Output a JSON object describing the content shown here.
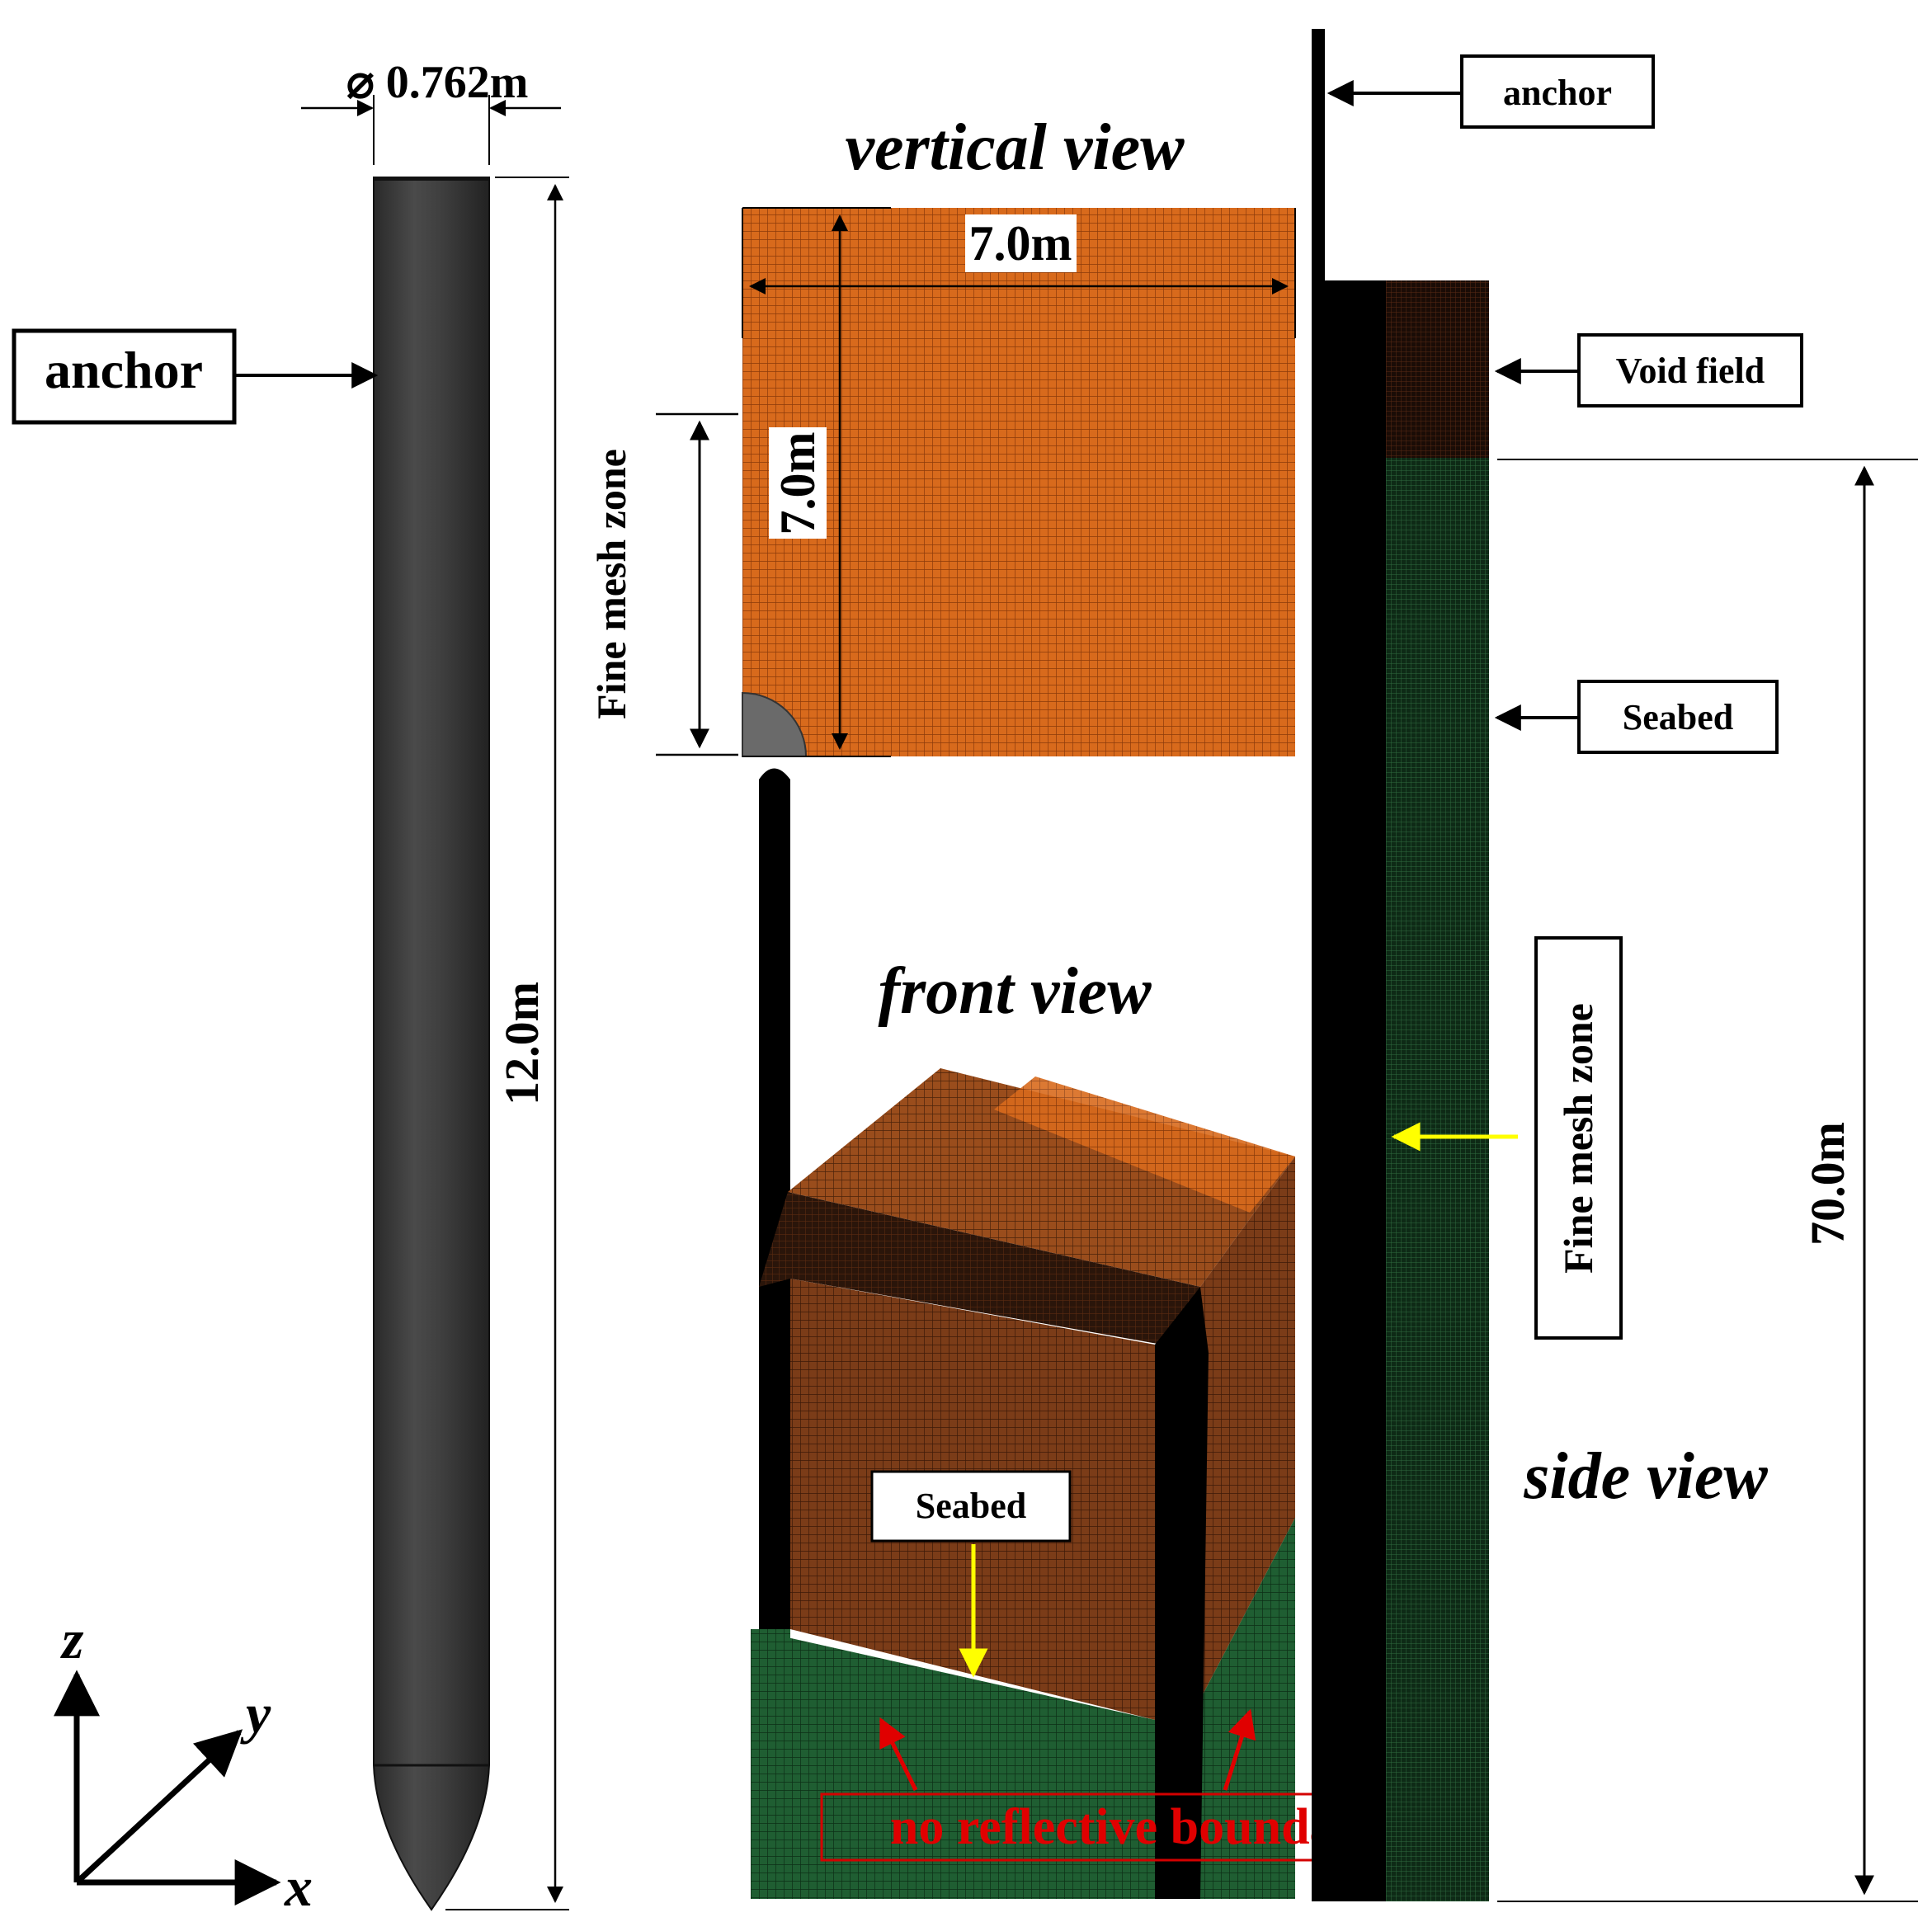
{
  "dimensions": {
    "diameter": "⌀ 0.762m",
    "anchor_length": "12.0m",
    "vertical_width": "7.0m",
    "vertical_height": "7.0m",
    "side_fine_length": "70.0m"
  },
  "labels": {
    "anchor_left": "anchor",
    "anchor_side": "anchor",
    "void_field": "Void field",
    "seabed_side": "Seabed",
    "seabed_front": "Seabed",
    "fine_mesh_vertical": "Fine mesh zone",
    "fine_mesh_side": "Fine mesh zone",
    "no_reflective": "no reflective boundary"
  },
  "views": {
    "vertical": "vertical view",
    "front": "front view",
    "side": "side view"
  },
  "axes": {
    "z": "z",
    "y": "y",
    "x": "x"
  },
  "colors": {
    "mesh_orange": "#d2641a",
    "mesh_brown": "#7a3a16",
    "mesh_green": "#1e5a30",
    "anchor_gray": "#3a3a3a",
    "arrow_red": "#e00000",
    "arrow_yellow": "#ffff00",
    "label_red": "#d40000"
  }
}
